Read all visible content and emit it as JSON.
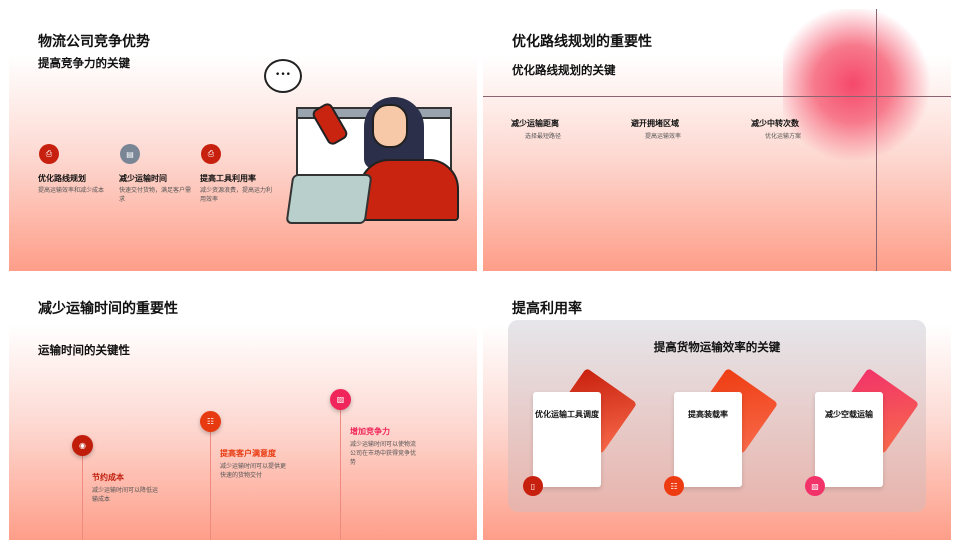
{
  "slide1": {
    "title": "物流公司竞争优势",
    "subtitle": "提高竞争力的关键",
    "items": [
      {
        "icon": "printer-icon",
        "title": "优化路线规划",
        "desc": "提高运输效率和减少成本",
        "color": "#c8200e"
      },
      {
        "icon": "clipboard-icon",
        "title": "减少运输时间",
        "desc": "快速交付货物，满足客户需求",
        "color": "#7a8696"
      },
      {
        "icon": "printer-icon",
        "title": "提高工具利用率",
        "desc": "减少资源浪费，提高运力利用效率",
        "color": "#c8200e"
      }
    ]
  },
  "slide2": {
    "title": "优化路线规划的重要性",
    "subtitle": "优化路线规划的关键",
    "items": [
      {
        "title": "减少运输距离",
        "desc": "选择最短路径"
      },
      {
        "title": "避开拥堵区域",
        "desc": "提高运输效率"
      },
      {
        "title": "减少中转次数",
        "desc": "优化运输方案"
      }
    ]
  },
  "slide3": {
    "title": "减少运输时间的重要性",
    "subtitle": "运输时间的关键性",
    "items": [
      {
        "icon": "webcam-icon",
        "title": "节约成本",
        "desc": "减少运输时间可以降低运输成本",
        "color": "#c01d0b"
      },
      {
        "icon": "sitemap-icon",
        "title": "提高客户满意度",
        "desc": "减少运输时间可以提供更快速的货物交付",
        "color": "#e83a10"
      },
      {
        "icon": "image-icon",
        "title": "增加竞争力",
        "desc": "减少运输时间可以使物流公司在市场中获得竞争优势",
        "color": "#f0265a"
      }
    ]
  },
  "slide4": {
    "title": "提高利用率",
    "panel_title": "提高货物运输效率的关键",
    "cards": [
      {
        "icon": "document-icon",
        "label": "优化运输工具调度",
        "color": "#c8200e"
      },
      {
        "icon": "sitemap-icon",
        "label": "提高装载率",
        "color": "#ee3c12"
      },
      {
        "icon": "image-icon",
        "label": "减少空载运输",
        "color": "#f2336a"
      }
    ]
  }
}
